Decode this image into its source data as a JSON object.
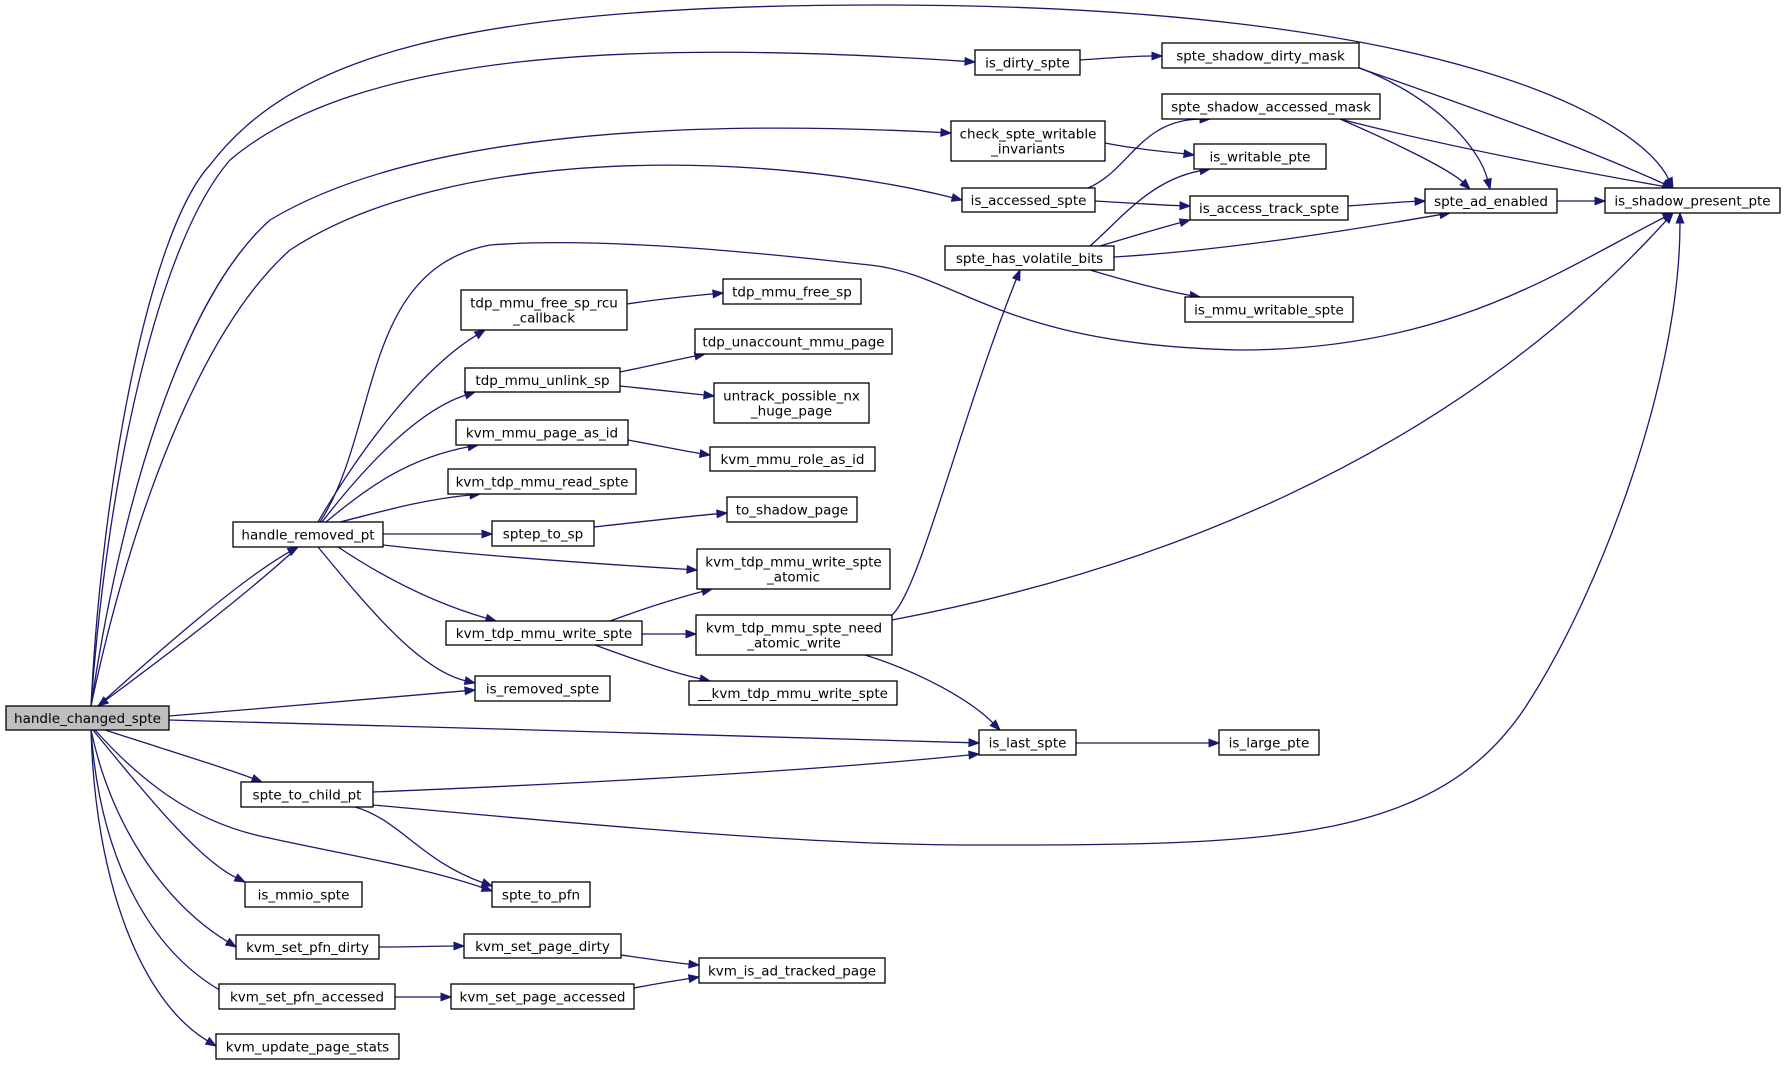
{
  "diagram": {
    "root": "handle_changed_spte",
    "colors": {
      "edge": "#191970",
      "root_fill": "#bfbfbf",
      "node_fill": "#ffffff",
      "border": "#000000"
    },
    "nodes": [
      {
        "id": "handle_changed_spte",
        "lines": [
          "handle_changed_spte"
        ]
      },
      {
        "id": "is_dirty_spte",
        "lines": [
          "is_dirty_spte"
        ]
      },
      {
        "id": "spte_shadow_dirty_mask",
        "lines": [
          "spte_shadow_dirty_mask"
        ]
      },
      {
        "id": "spte_shadow_accessed_mask",
        "lines": [
          "spte_shadow_accessed_mask"
        ]
      },
      {
        "id": "check_spte_writable_invariants",
        "lines": [
          "check_spte_writable",
          "_invariants"
        ]
      },
      {
        "id": "is_writable_pte",
        "lines": [
          "is_writable_pte"
        ]
      },
      {
        "id": "is_accessed_spte",
        "lines": [
          "is_accessed_spte"
        ]
      },
      {
        "id": "is_access_track_spte",
        "lines": [
          "is_access_track_spte"
        ]
      },
      {
        "id": "spte_ad_enabled",
        "lines": [
          "spte_ad_enabled"
        ]
      },
      {
        "id": "is_shadow_present_pte",
        "lines": [
          "is_shadow_present_pte"
        ]
      },
      {
        "id": "spte_has_volatile_bits",
        "lines": [
          "spte_has_volatile_bits"
        ]
      },
      {
        "id": "is_mmu_writable_spte",
        "lines": [
          "is_mmu_writable_spte"
        ]
      },
      {
        "id": "tdp_mmu_free_sp_rcu_callback",
        "lines": [
          "tdp_mmu_free_sp_rcu",
          "_callback"
        ]
      },
      {
        "id": "tdp_mmu_free_sp",
        "lines": [
          "tdp_mmu_free_sp"
        ]
      },
      {
        "id": "tdp_unaccount_mmu_page",
        "lines": [
          "tdp_unaccount_mmu_page"
        ]
      },
      {
        "id": "tdp_mmu_unlink_sp",
        "lines": [
          "tdp_mmu_unlink_sp"
        ]
      },
      {
        "id": "untrack_possible_nx_huge_page",
        "lines": [
          "untrack_possible_nx",
          "_huge_page"
        ]
      },
      {
        "id": "kvm_mmu_page_as_id",
        "lines": [
          "kvm_mmu_page_as_id"
        ]
      },
      {
        "id": "kvm_mmu_role_as_id",
        "lines": [
          "kvm_mmu_role_as_id"
        ]
      },
      {
        "id": "kvm_tdp_mmu_read_spte",
        "lines": [
          "kvm_tdp_mmu_read_spte"
        ]
      },
      {
        "id": "handle_removed_pt",
        "lines": [
          "handle_removed_pt"
        ]
      },
      {
        "id": "sptep_to_sp",
        "lines": [
          "sptep_to_sp"
        ]
      },
      {
        "id": "to_shadow_page",
        "lines": [
          "to_shadow_page"
        ]
      },
      {
        "id": "kvm_tdp_mmu_write_spte_atomic",
        "lines": [
          "kvm_tdp_mmu_write_spte",
          "_atomic"
        ]
      },
      {
        "id": "kvm_tdp_mmu_write_spte",
        "lines": [
          "kvm_tdp_mmu_write_spte"
        ]
      },
      {
        "id": "kvm_tdp_mmu_spte_need_atomic_write",
        "lines": [
          "kvm_tdp_mmu_spte_need",
          "_atomic_write"
        ]
      },
      {
        "id": "__kvm_tdp_mmu_write_spte",
        "lines": [
          "__kvm_tdp_mmu_write_spte"
        ]
      },
      {
        "id": "is_removed_spte",
        "lines": [
          "is_removed_spte"
        ]
      },
      {
        "id": "is_last_spte",
        "lines": [
          "is_last_spte"
        ]
      },
      {
        "id": "is_large_pte",
        "lines": [
          "is_large_pte"
        ]
      },
      {
        "id": "spte_to_child_pt",
        "lines": [
          "spte_to_child_pt"
        ]
      },
      {
        "id": "is_mmio_spte",
        "lines": [
          "is_mmio_spte"
        ]
      },
      {
        "id": "spte_to_pfn",
        "lines": [
          "spte_to_pfn"
        ]
      },
      {
        "id": "kvm_set_pfn_dirty",
        "lines": [
          "kvm_set_pfn_dirty"
        ]
      },
      {
        "id": "kvm_set_page_dirty",
        "lines": [
          "kvm_set_page_dirty"
        ]
      },
      {
        "id": "kvm_is_ad_tracked_page",
        "lines": [
          "kvm_is_ad_tracked_page"
        ]
      },
      {
        "id": "kvm_set_pfn_accessed",
        "lines": [
          "kvm_set_pfn_accessed"
        ]
      },
      {
        "id": "kvm_set_page_accessed",
        "lines": [
          "kvm_set_page_accessed"
        ]
      },
      {
        "id": "kvm_update_page_stats",
        "lines": [
          "kvm_update_page_stats"
        ]
      }
    ],
    "edges": [
      {
        "from": "handle_changed_spte",
        "to": "is_shadow_present_pte"
      },
      {
        "from": "handle_changed_spte",
        "to": "is_dirty_spte"
      },
      {
        "from": "handle_changed_spte",
        "to": "check_spte_writable_invariants"
      },
      {
        "from": "handle_changed_spte",
        "to": "is_accessed_spte"
      },
      {
        "from": "handle_changed_spte",
        "to": "handle_removed_pt"
      },
      {
        "from": "handle_removed_pt",
        "to": "handle_changed_spte"
      },
      {
        "from": "handle_changed_spte",
        "to": "is_removed_spte"
      },
      {
        "from": "handle_changed_spte",
        "to": "is_last_spte"
      },
      {
        "from": "handle_changed_spte",
        "to": "spte_to_child_pt"
      },
      {
        "from": "handle_changed_spte",
        "to": "spte_to_pfn"
      },
      {
        "from": "handle_changed_spte",
        "to": "is_mmio_spte"
      },
      {
        "from": "handle_changed_spte",
        "to": "kvm_set_pfn_dirty"
      },
      {
        "from": "handle_changed_spte",
        "to": "kvm_set_pfn_accessed"
      },
      {
        "from": "handle_changed_spte",
        "to": "kvm_update_page_stats"
      },
      {
        "from": "is_dirty_spte",
        "to": "spte_shadow_dirty_mask"
      },
      {
        "from": "spte_shadow_dirty_mask",
        "to": "spte_ad_enabled"
      },
      {
        "from": "spte_shadow_dirty_mask",
        "to": "is_shadow_present_pte"
      },
      {
        "from": "spte_shadow_accessed_mask",
        "to": "spte_ad_enabled"
      },
      {
        "from": "spte_shadow_accessed_mask",
        "to": "is_shadow_present_pte"
      },
      {
        "from": "check_spte_writable_invariants",
        "to": "is_writable_pte"
      },
      {
        "from": "is_accessed_spte",
        "to": "spte_shadow_accessed_mask"
      },
      {
        "from": "is_accessed_spte",
        "to": "is_access_track_spte"
      },
      {
        "from": "is_access_track_spte",
        "to": "spte_ad_enabled"
      },
      {
        "from": "spte_ad_enabled",
        "to": "is_shadow_present_pte"
      },
      {
        "from": "spte_has_volatile_bits",
        "to": "is_writable_pte"
      },
      {
        "from": "spte_has_volatile_bits",
        "to": "is_access_track_spte"
      },
      {
        "from": "spte_has_volatile_bits",
        "to": "spte_ad_enabled"
      },
      {
        "from": "spte_has_volatile_bits",
        "to": "is_mmu_writable_spte"
      },
      {
        "from": "handle_removed_pt",
        "to": "is_shadow_present_pte"
      },
      {
        "from": "handle_removed_pt",
        "to": "tdp_mmu_free_sp_rcu_callback"
      },
      {
        "from": "handle_removed_pt",
        "to": "tdp_mmu_unlink_sp"
      },
      {
        "from": "handle_removed_pt",
        "to": "kvm_mmu_page_as_id"
      },
      {
        "from": "handle_removed_pt",
        "to": "kvm_tdp_mmu_read_spte"
      },
      {
        "from": "handle_removed_pt",
        "to": "sptep_to_sp"
      },
      {
        "from": "handle_removed_pt",
        "to": "kvm_tdp_mmu_write_spte_atomic"
      },
      {
        "from": "handle_removed_pt",
        "to": "kvm_tdp_mmu_write_spte"
      },
      {
        "from": "handle_removed_pt",
        "to": "is_removed_spte"
      },
      {
        "from": "tdp_mmu_free_sp_rcu_callback",
        "to": "tdp_mmu_free_sp"
      },
      {
        "from": "tdp_mmu_unlink_sp",
        "to": "tdp_unaccount_mmu_page"
      },
      {
        "from": "tdp_mmu_unlink_sp",
        "to": "untrack_possible_nx_huge_page"
      },
      {
        "from": "kvm_mmu_page_as_id",
        "to": "kvm_mmu_role_as_id"
      },
      {
        "from": "sptep_to_sp",
        "to": "to_shadow_page"
      },
      {
        "from": "kvm_tdp_mmu_write_spte",
        "to": "kvm_tdp_mmu_write_spte_atomic"
      },
      {
        "from": "kvm_tdp_mmu_write_spte",
        "to": "kvm_tdp_mmu_spte_need_atomic_write"
      },
      {
        "from": "kvm_tdp_mmu_write_spte",
        "to": "__kvm_tdp_mmu_write_spte"
      },
      {
        "from": "kvm_tdp_mmu_spte_need_atomic_write",
        "to": "spte_has_volatile_bits"
      },
      {
        "from": "kvm_tdp_mmu_spte_need_atomic_write",
        "to": "is_shadow_present_pte"
      },
      {
        "from": "kvm_tdp_mmu_spte_need_atomic_write",
        "to": "is_last_spte"
      },
      {
        "from": "is_last_spte",
        "to": "is_large_pte"
      },
      {
        "from": "spte_to_child_pt",
        "to": "is_last_spte"
      },
      {
        "from": "spte_to_child_pt",
        "to": "is_shadow_present_pte"
      },
      {
        "from": "spte_to_child_pt",
        "to": "spte_to_pfn"
      },
      {
        "from": "kvm_set_pfn_dirty",
        "to": "kvm_set_page_dirty"
      },
      {
        "from": "kvm_set_page_dirty",
        "to": "kvm_is_ad_tracked_page"
      },
      {
        "from": "kvm_set_pfn_accessed",
        "to": "kvm_set_page_accessed"
      },
      {
        "from": "kvm_set_page_accessed",
        "to": "kvm_is_ad_tracked_page"
      }
    ]
  }
}
